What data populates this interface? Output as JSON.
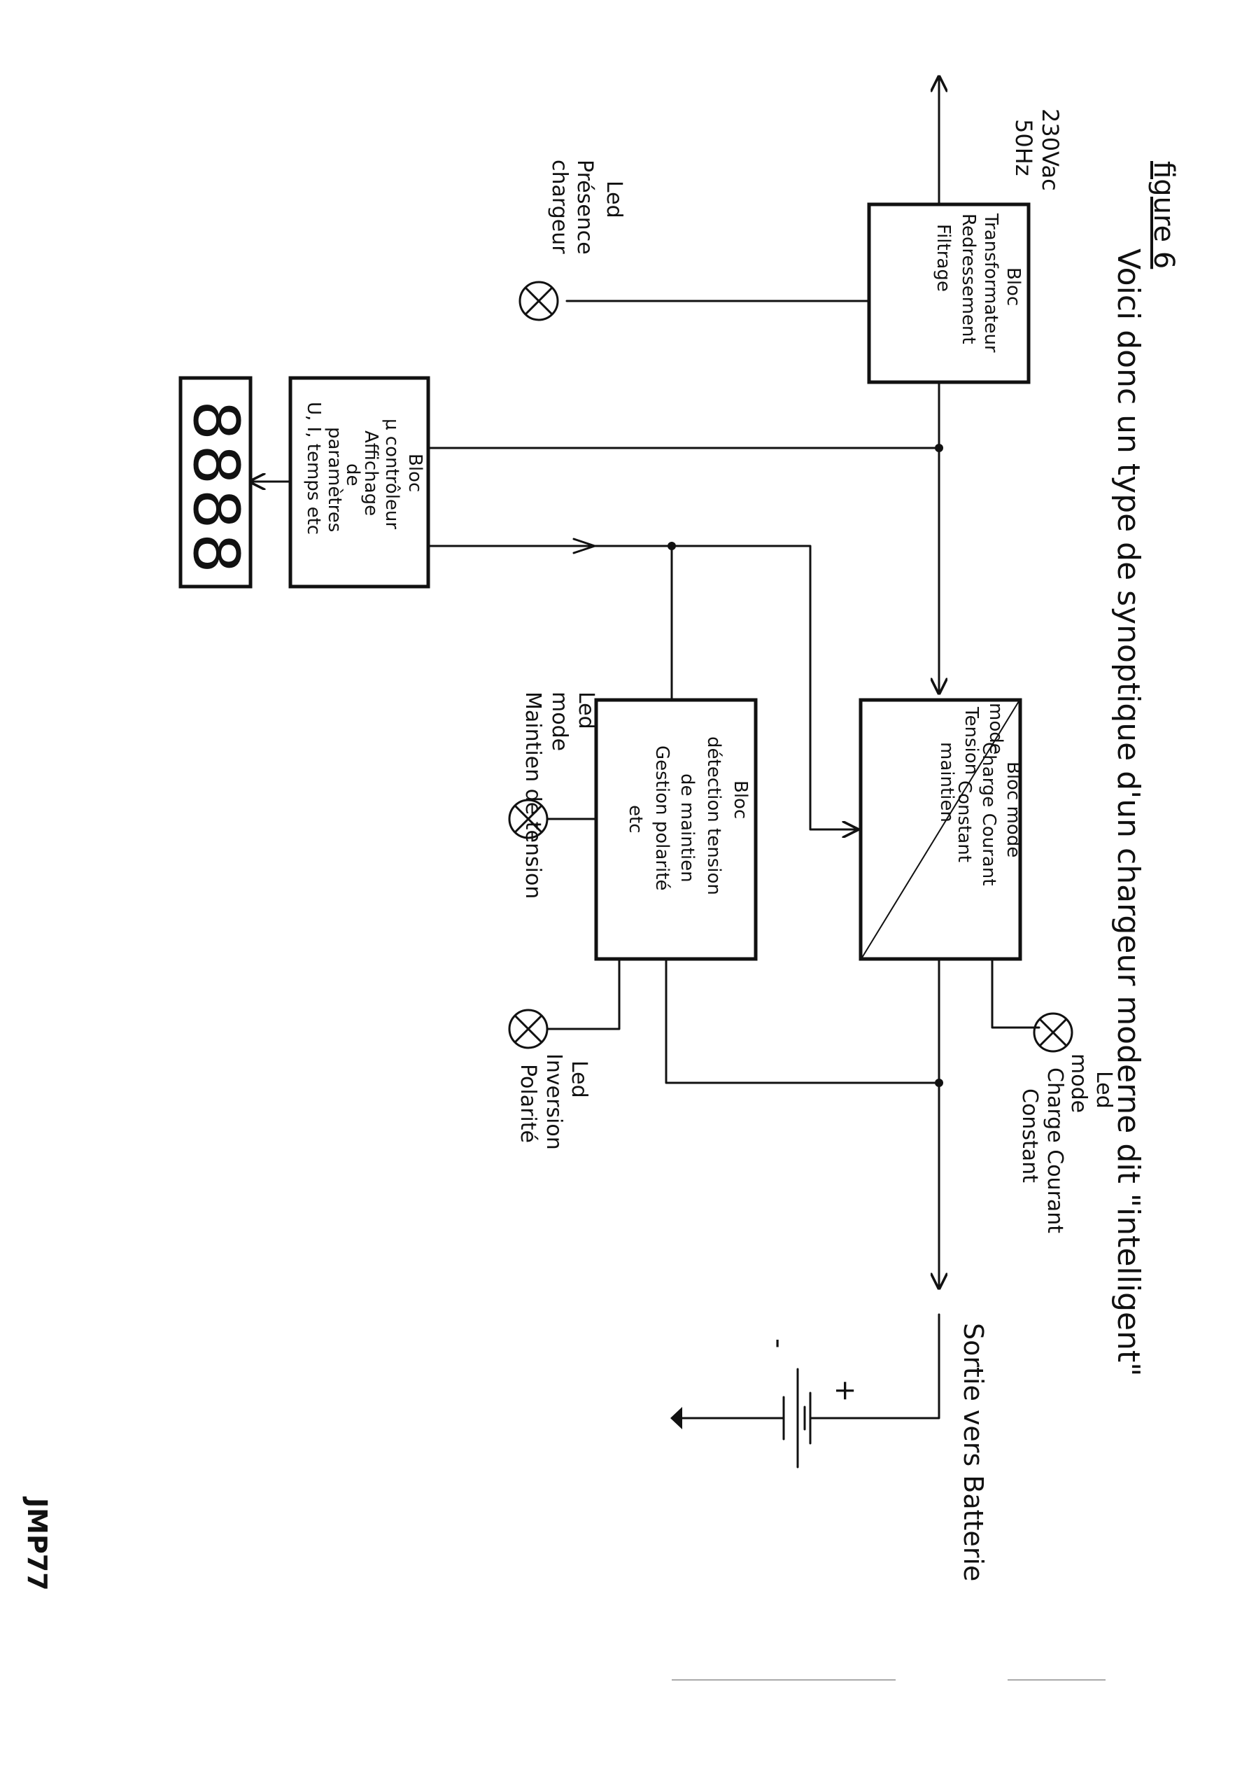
{
  "figure_label": "figure 6",
  "title": "Voici donc un type de synoptique d'un chargeur moderne dit \"intelligent\"",
  "input": {
    "line1": "230Vac",
    "line2": "50Hz"
  },
  "blocks": {
    "transformer": [
      "Bloc",
      "Transformateur",
      "Redressement",
      "Filtrage"
    ],
    "charge_mode": {
      "top": [
        "Bloc mode",
        "Charge Courant",
        "Constant"
      ],
      "bottom": [
        "mode",
        "Tension",
        "maintien"
      ]
    },
    "detection": [
      "Bloc",
      "détection tension",
      "de maintien",
      "Gestion polarité",
      "etc"
    ],
    "controller": [
      "Bloc",
      "μ contrôleur",
      "Affichage",
      "de",
      "paramètres",
      "U, I, temps etc"
    ]
  },
  "display": {
    "digits": "8888"
  },
  "leds": {
    "presence": [
      "Led",
      "Présence",
      "chargeur"
    ],
    "maintien": [
      "Led",
      "mode",
      "Maintien de tension"
    ],
    "inversion": [
      "Led",
      "Inversion",
      "Polarité"
    ],
    "charge": [
      "Led",
      "mode",
      "Charge Courant",
      "Constant"
    ]
  },
  "output": {
    "label": "Sortie vers Batterie",
    "plus": "+",
    "minus": "-"
  },
  "signature": "JMP77"
}
